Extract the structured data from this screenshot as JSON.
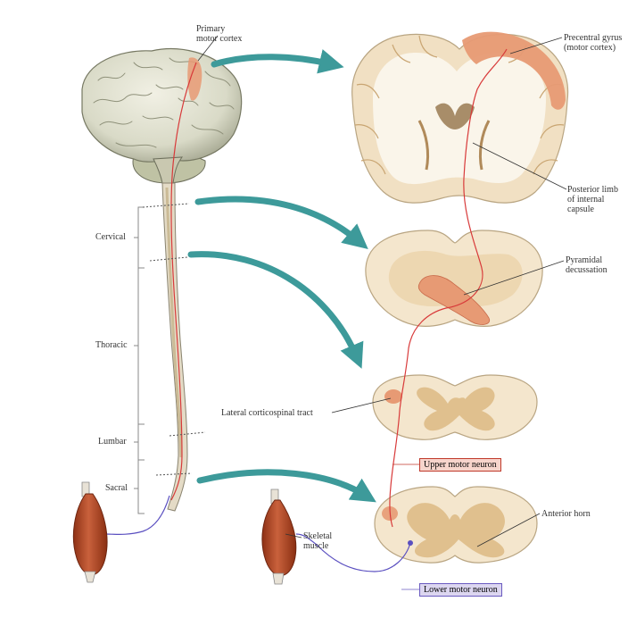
{
  "labels": {
    "primary_motor_cortex": [
      "Primary",
      "motor cortex"
    ],
    "precentral_gyrus": [
      "Precentral gyrus",
      "(motor cortex)"
    ],
    "posterior_limb": [
      "Posterior limb",
      "of internal",
      "capsule"
    ],
    "pyramidal_decussation": [
      "Pyramidal",
      "decussation"
    ],
    "lateral_corticospinal_tract": "Lateral corticospinal tract",
    "anterior_horn": "Anterior horn",
    "skeletal_muscle": [
      "Skeletal",
      "muscle"
    ],
    "upper_motor_neuron": "Upper motor neuron",
    "lower_motor_neuron": "Lower motor neuron"
  },
  "regions": {
    "cervical": "Cervical",
    "thoracic": "Thoracic",
    "lumbar": "Lumbar",
    "sacral": "Sacral"
  },
  "colors": {
    "arrow": "#3d9a9a",
    "tract": "#d83a3a",
    "lower_neuron": "#5a4fc0",
    "tissue": "#f2e2c6",
    "white_matter": "#faf5ea",
    "gray_matter": "#e0c08e",
    "highlight": "#e79a74",
    "muscle": "#b5482a",
    "upper_box_fill": "#f7d5cc",
    "upper_box_border": "#c0392b",
    "lower_box_fill": "#dcd6f0",
    "lower_box_border": "#6a5bc0"
  }
}
